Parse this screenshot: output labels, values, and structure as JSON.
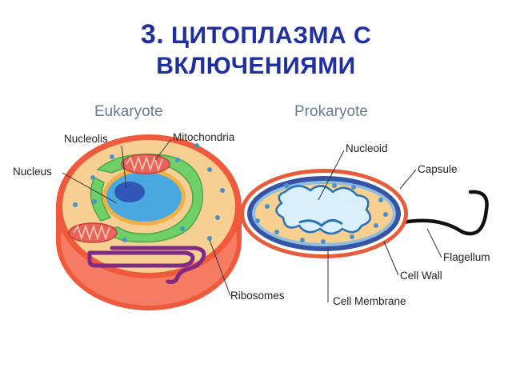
{
  "title": {
    "number": "3.",
    "line1": "ЦИТОПЛАЗМА С",
    "line2": "ВКЛЮЧЕНИЯМИ"
  },
  "diagram": {
    "eukaryote": {
      "heading": "Eukaryote",
      "labels": {
        "nucleolis": "Nucleolis",
        "mitochondria": "Mitochondria",
        "nucleus": "Nucleus",
        "ribosomes": "Ribosomes"
      }
    },
    "prokaryote": {
      "heading": "Prokaryote",
      "labels": {
        "nucleoid": "Nucleoid",
        "capsule": "Capsule",
        "flagellum": "Flagellum",
        "cell_wall": "Cell Wall",
        "cell_membrane": "Cell Membrane"
      }
    },
    "colors": {
      "title": "#1f2f9f",
      "cell_outer": "#ef5a3c",
      "cytoplasm": "#f8cf93",
      "nucleus": "#4aa8e0",
      "nucleolus": "#2f57b8",
      "er": "#6fd06a",
      "mitochondria": "#e9635a",
      "golgi": "#7e2a86",
      "capsule": "#e75c3b",
      "cell_wall": "#3554a8",
      "nucleoid": "#d8f0fb",
      "ribosome": "#4d90c8"
    }
  }
}
